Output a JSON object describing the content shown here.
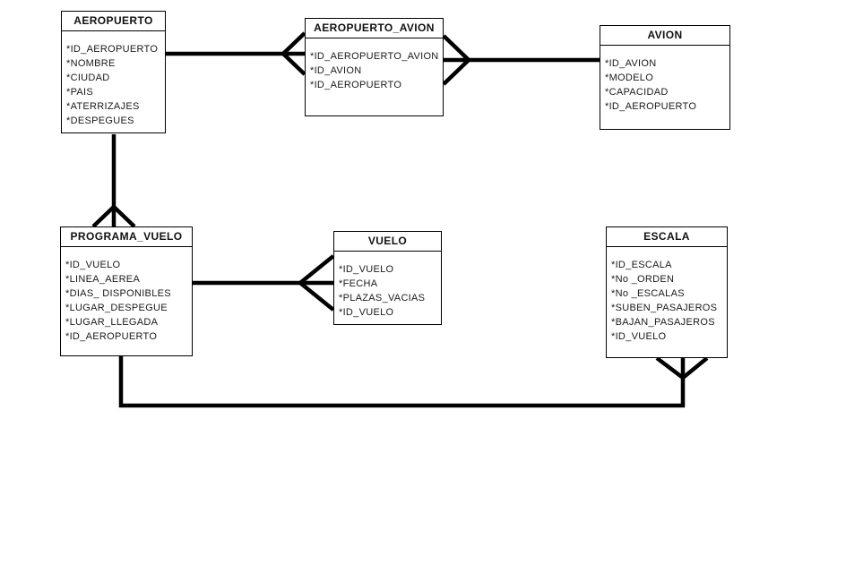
{
  "diagram": {
    "type": "entity-relationship",
    "colors": {
      "background": "#ffffff",
      "line": "#000000",
      "border": "#000000",
      "text": "#1a1a1a"
    },
    "entities": [
      {
        "id": "aeropuerto",
        "title": "AEROPUERTO",
        "attributes": [
          "*ID_AEROPUERTO",
          "*NOMBRE",
          "*CIUDAD",
          "*PAIS",
          "*ATERRIZAJES",
          "*DESPEGUES"
        ]
      },
      {
        "id": "aeropuerto_avion",
        "title": "AEROPUERTO_AVION",
        "attributes": [
          "*ID_AEROPUERTO_AVION",
          "*ID_AVION",
          "*ID_AEROPUERTO"
        ]
      },
      {
        "id": "avion",
        "title": "AVION",
        "attributes": [
          "*ID_AVION",
          "*MODELO",
          "*CAPACIDAD",
          "*ID_AEROPUERTO"
        ]
      },
      {
        "id": "programa_vuelo",
        "title": "PROGRAMA_VUELO",
        "attributes": [
          "*ID_VUELO",
          "*LINEA_AEREA",
          "*DIAS_ DISPONIBLES",
          "*LUGAR_DESPEGUE",
          "*LUGAR_LLEGADA",
          "*ID_AEROPUERTO"
        ]
      },
      {
        "id": "vuelo",
        "title": "VUELO",
        "attributes": [
          "*ID_VUELO",
          "*FECHA",
          "*PLAZAS_VACIAS",
          "*ID_VUELO"
        ]
      },
      {
        "id": "escala",
        "title": "ESCALA",
        "attributes": [
          "*ID_ESCALA",
          "*No _ORDEN",
          "*No _ESCALAS",
          "*SUBEN_PASAJEROS",
          "*BAJAN_PASAJEROS",
          "*ID_VUELO"
        ]
      }
    ],
    "relationships": [
      {
        "from": "AEROPUERTO",
        "to": "AEROPUERTO_AVION",
        "many_end": "AEROPUERTO_AVION"
      },
      {
        "from": "AVION",
        "to": "AEROPUERTO_AVION",
        "many_end": "AEROPUERTO_AVION"
      },
      {
        "from": "AEROPUERTO",
        "to": "PROGRAMA_VUELO",
        "many_end": "PROGRAMA_VUELO"
      },
      {
        "from": "PROGRAMA_VUELO",
        "to": "VUELO",
        "many_end": "VUELO"
      },
      {
        "from": "PROGRAMA_VUELO",
        "to": "ESCALA",
        "many_end": "ESCALA"
      }
    ]
  }
}
